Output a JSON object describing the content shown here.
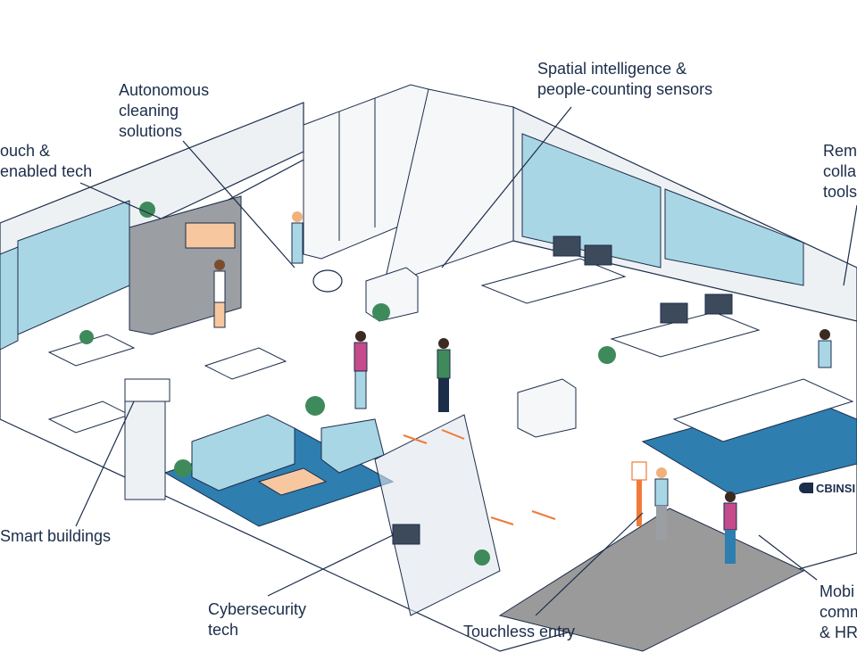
{
  "labels": {
    "cleaning": "Autonomous\ncleaning\nsolutions",
    "sensors": "Spatial intelligence &\npeople-counting sensors",
    "touch": "ouch &\nenabled tech",
    "remote": "Rem\ncolla\ntools",
    "smart": "Smart buildings",
    "cyber": "Cybersecurity\ntech",
    "touchless": "Touchless entry",
    "mobile": "Mobi\ncomm\n& HR"
  },
  "brand": "CBINSI",
  "colors": {
    "ink": "#1c2d4a",
    "glass": "#a9d6e5",
    "rug": "#2e7eb0",
    "accent": "#f07a3a",
    "wall": "#eef1f4",
    "floor": "#ffffff",
    "walkway": "#9a9a9a"
  }
}
